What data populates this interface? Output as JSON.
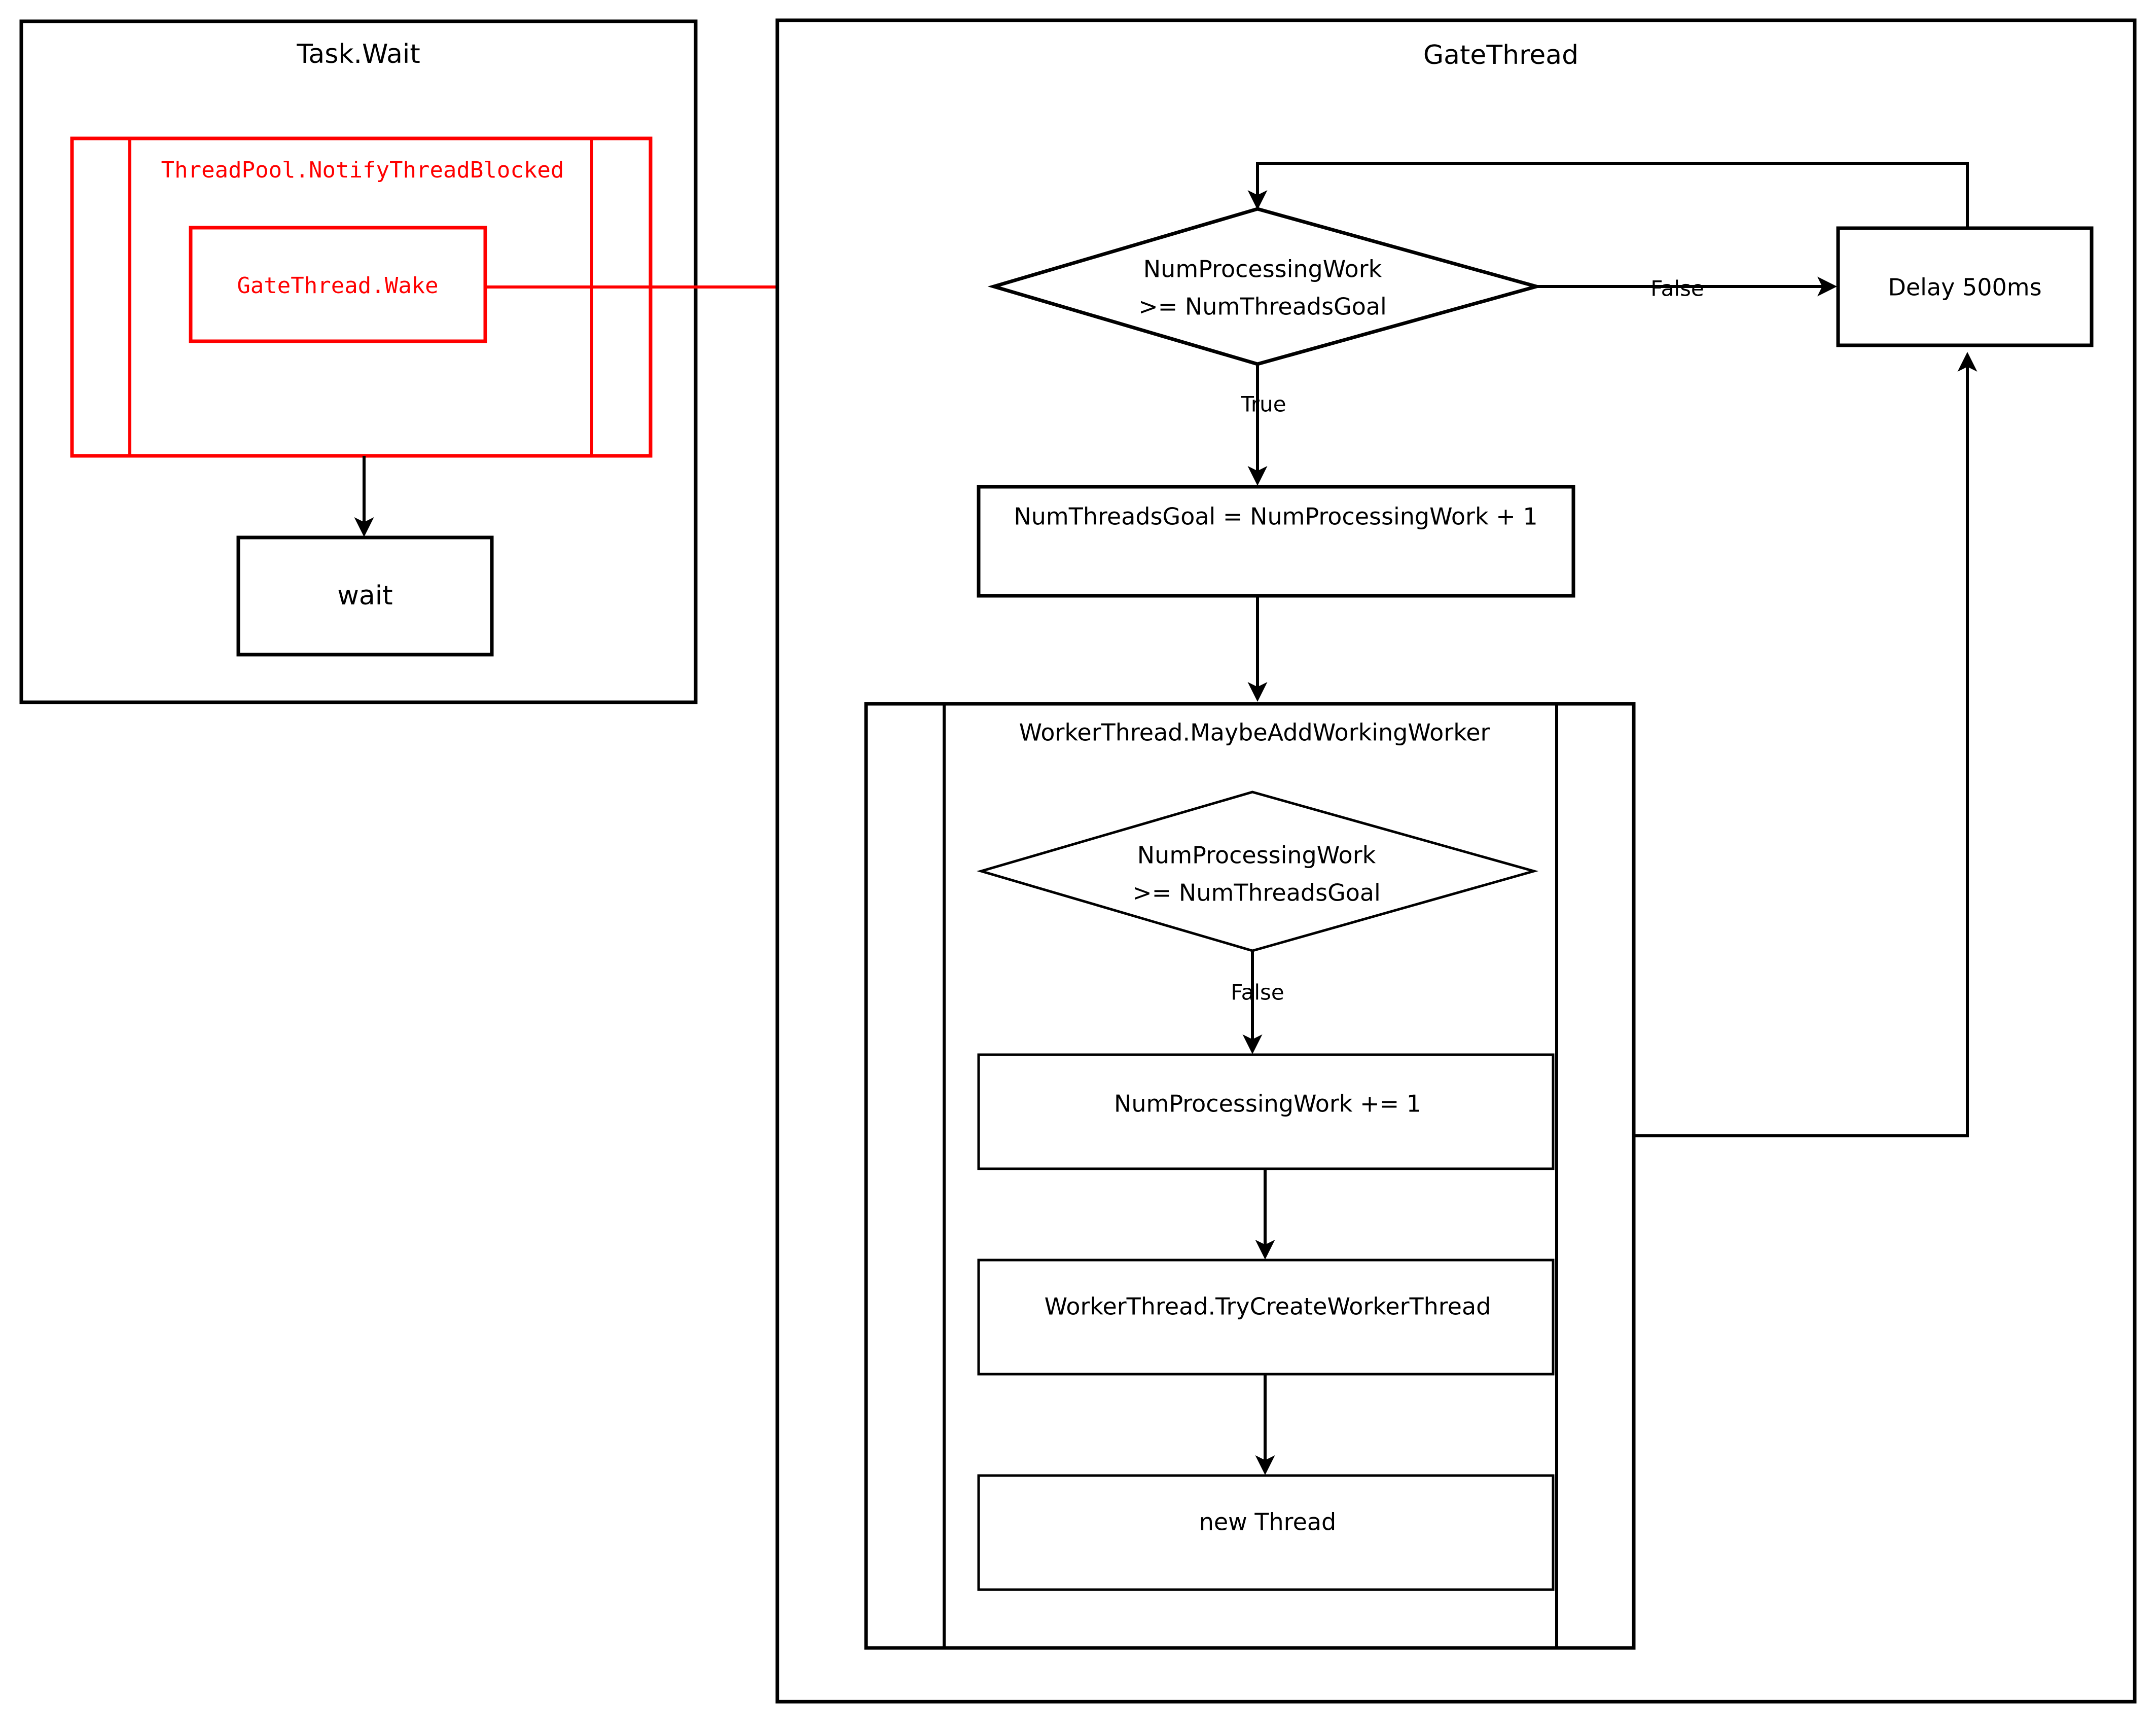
{
  "diagram": {
    "title_left": "Task.Wait",
    "title_right": "GateThread",
    "accent_red": "#ff0000",
    "accent_black": "#000000",
    "background": "#ffffff"
  },
  "task_wait": {
    "container_label": "Task.Wait",
    "notify_label": "ThreadPool.NotifyThreadBlocked",
    "wake_label": "GateThread.Wake",
    "wait_label": "wait"
  },
  "gate_thread": {
    "container_label": "GateThread",
    "decision_top_line1": "NumProcessingWork",
    "decision_top_line2": ">= NumThreadsGoal",
    "edge_false_top": "False",
    "edge_true_top": "True",
    "delay_label": "Delay 500ms",
    "assign_goal_label": "NumThreadsGoal = NumProcessingWork + 1"
  },
  "maybe_add": {
    "container_label": "WorkerThread.MaybeAddWorkingWorker",
    "decision_line1": "NumProcessingWork",
    "decision_line2": ">= NumThreadsGoal",
    "edge_false": "False",
    "increment_label": "NumProcessingWork  += 1",
    "try_create_label": "WorkerThread.TryCreateWorkerThread",
    "new_thread_label": "new Thread"
  }
}
